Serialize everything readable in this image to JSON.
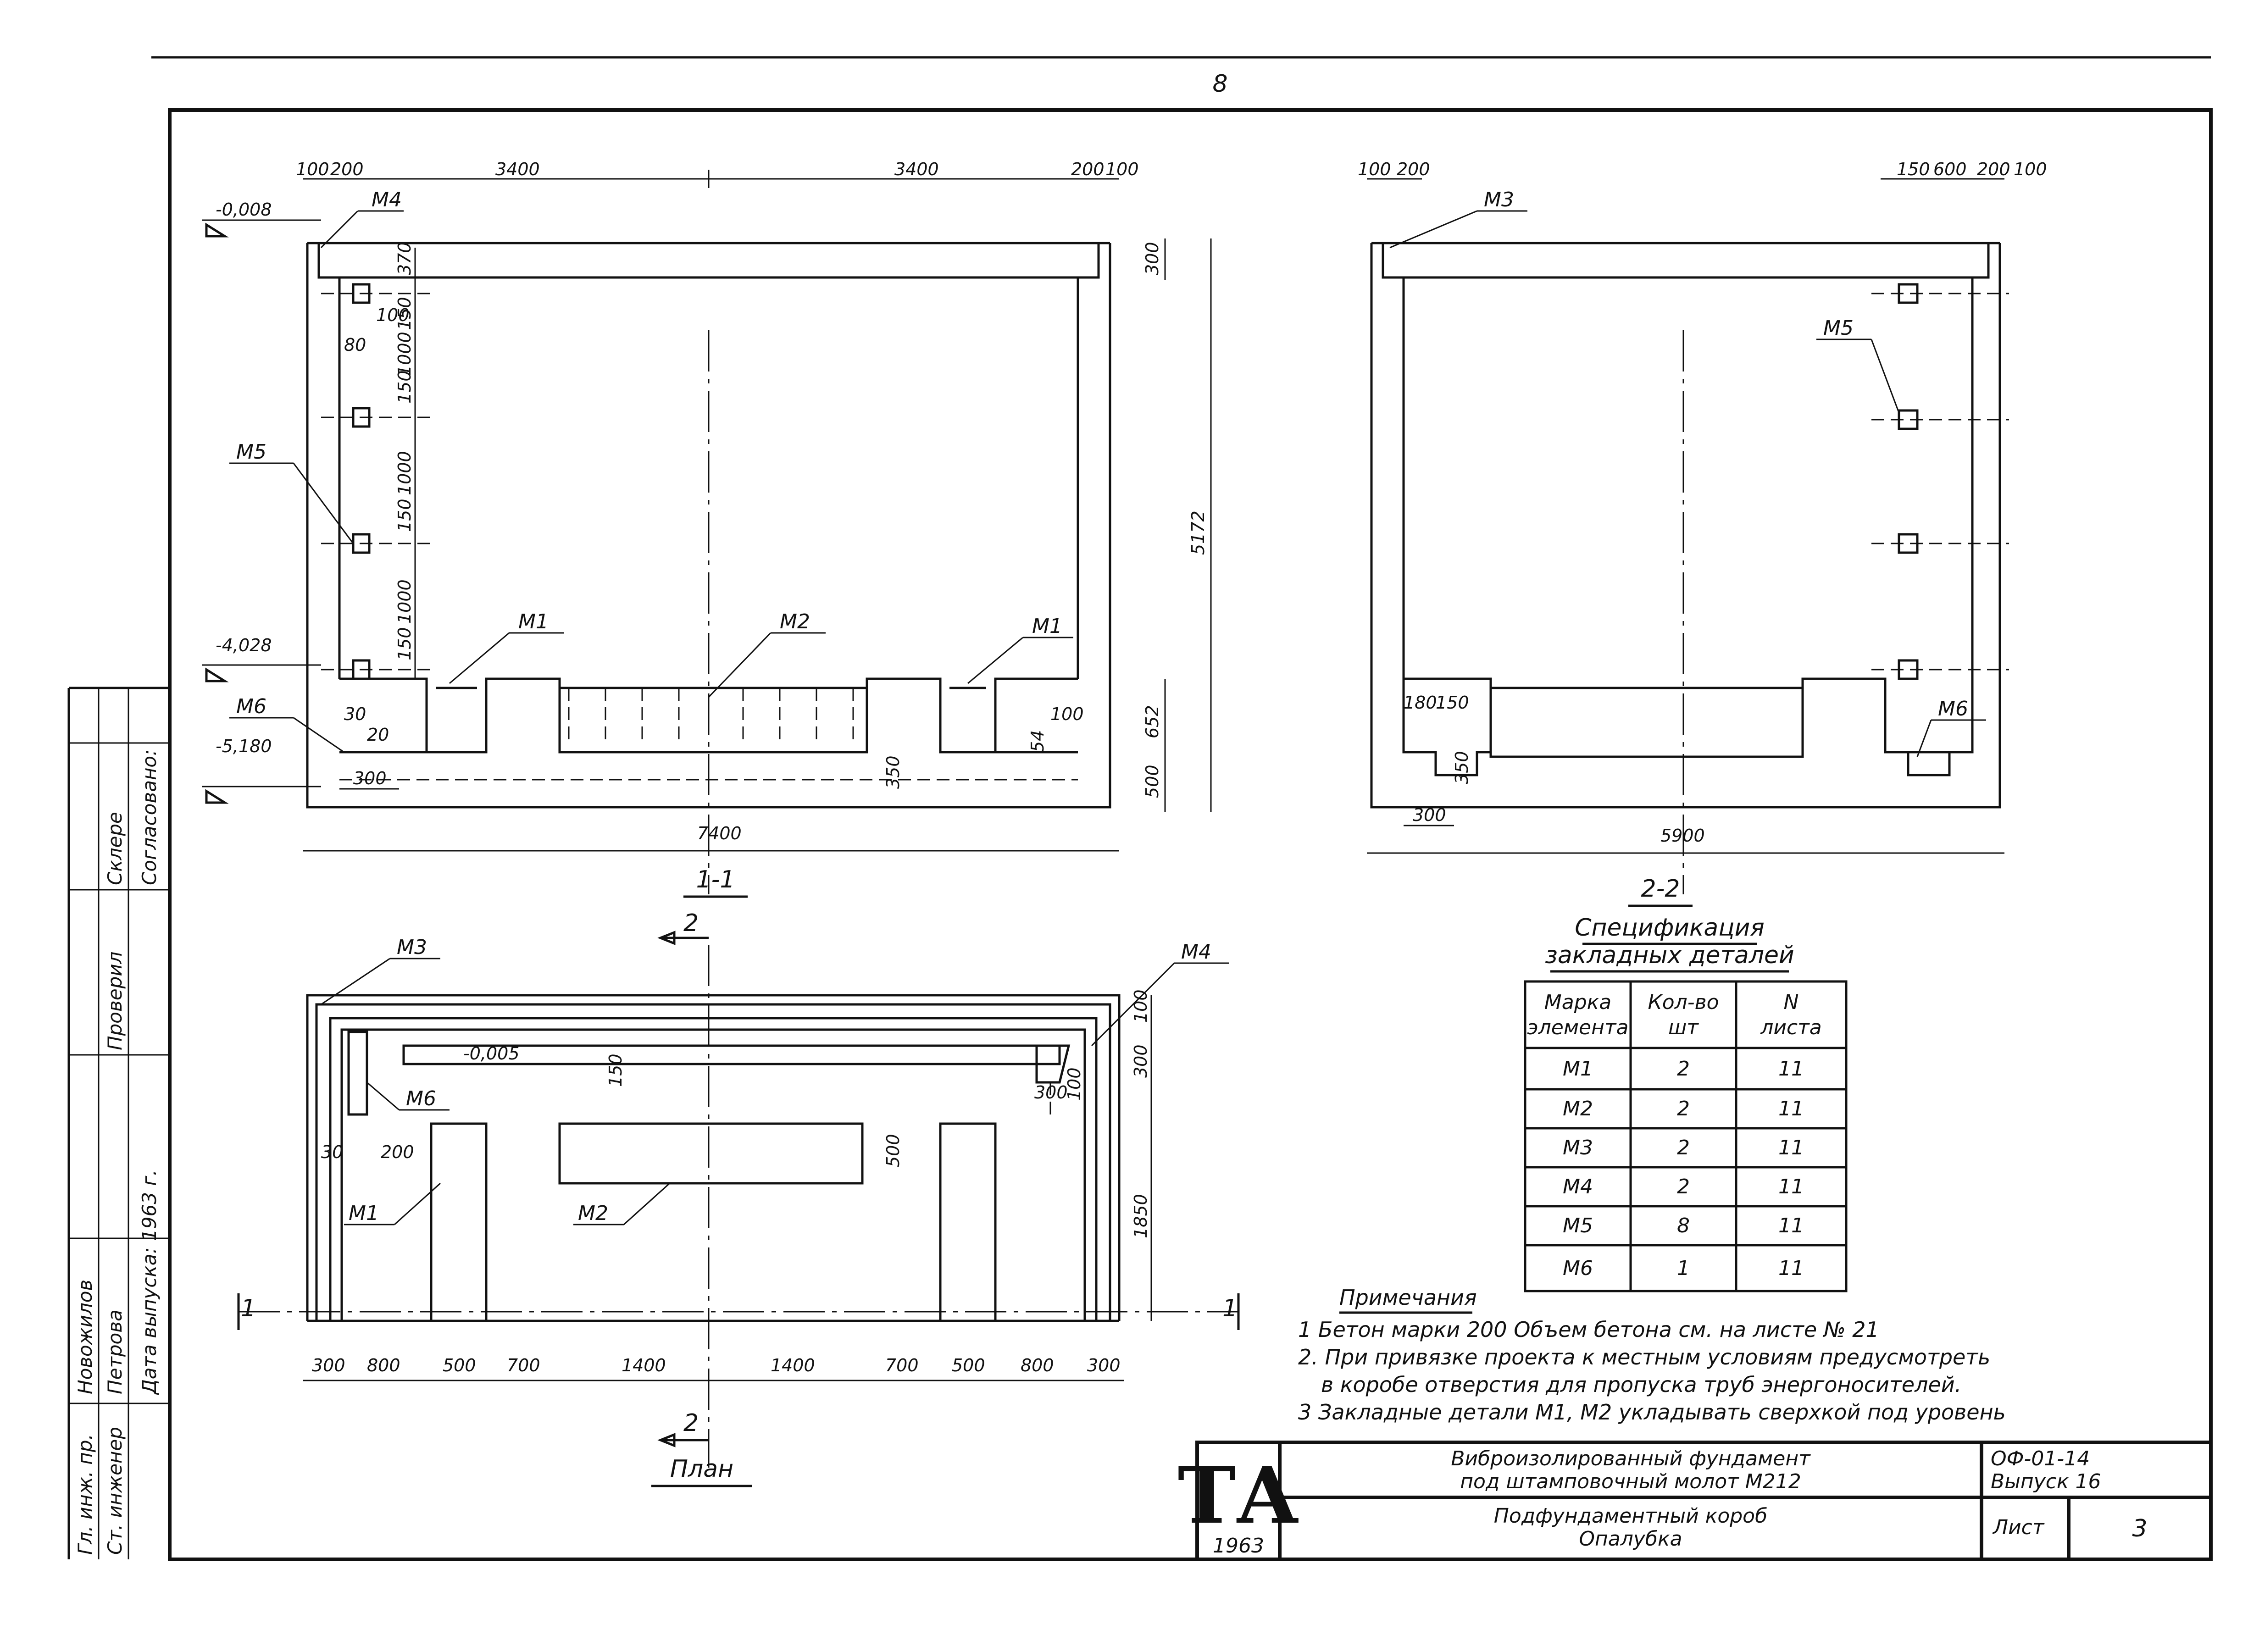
{
  "page_number": "8",
  "section_1_1": {
    "title": "1-1",
    "levels": [
      "-0,008",
      "-4,028",
      "-5,180"
    ],
    "dims_top": [
      "100",
      "200",
      "3400",
      "3400",
      "200",
      "100"
    ],
    "dims_left": [
      "370",
      "150",
      "100",
      "80",
      "150",
      "1000",
      "1000",
      "150",
      "150",
      "1000"
    ],
    "dims_right": [
      "300",
      "5172",
      "652",
      "500"
    ],
    "dims_bottom": [
      "30",
      "20",
      "300",
      "350",
      "54",
      "100"
    ],
    "overall": "7400",
    "marks": [
      "М4",
      "М5",
      "М1",
      "М2",
      "М1",
      "М6"
    ]
  },
  "section_2_2": {
    "title": "2-2",
    "dims_top": [
      "100",
      "200",
      "150",
      "600",
      "200",
      "100"
    ],
    "dims_misc": [
      "180",
      "150",
      "350",
      "300"
    ],
    "overall": "5900",
    "marks": [
      "М3",
      "М5",
      "М6"
    ]
  },
  "plan": {
    "title": "План",
    "section_marks": [
      "1",
      "1",
      "2",
      "2"
    ],
    "level": "-0,005",
    "dims_bottom": [
      "300",
      "800",
      "500",
      "700",
      "1400",
      "1400",
      "700",
      "500",
      "800",
      "300"
    ],
    "dims_inner": [
      "150",
      "300",
      "100",
      "30",
      "200",
      "500"
    ],
    "dims_right": [
      "100",
      "300",
      "1850"
    ],
    "marks": [
      "М3",
      "М4",
      "М6",
      "М1",
      "М2"
    ]
  },
  "spec_table": {
    "title_line1": "Спецификация",
    "title_line2": "закладных деталей",
    "headers": [
      [
        "Марка",
        "элемента"
      ],
      [
        "Кол-во",
        "шт"
      ],
      [
        "N",
        "листа"
      ]
    ],
    "rows": [
      [
        "М1",
        "2",
        "11"
      ],
      [
        "М2",
        "2",
        "11"
      ],
      [
        "М3",
        "2",
        "11"
      ],
      [
        "М4",
        "2",
        "11"
      ],
      [
        "М5",
        "8",
        "11"
      ],
      [
        "М6",
        "1",
        "11"
      ]
    ]
  },
  "notes": {
    "title": "Примечания",
    "items": [
      "1 Бетон марки 200 Объем бетона см. на листе № 21",
      "2. При привязке проекта к местным условиям предусмотреть",
      "в коробе отверстия для пропуска труб энергоносителей.",
      "3 Закладные детали М1, М2 укладывать сверхкой под уровень"
    ]
  },
  "title_block": {
    "logo": "ТА",
    "year": "1963",
    "title_line1": "Виброизолированный фундамент",
    "title_line2": "под штамповочный молот М212",
    "code_line1": "ОФ-01-14",
    "code_line2": "Выпуск 16",
    "sub_line1": "Подфундаментный короб",
    "sub_line2": "Опалубка",
    "sheet_label": "Лист",
    "sheet_number": "3"
  },
  "side_stamp": {
    "rows": [
      [
        "Гл. инж. пр.",
        "Новожилов"
      ],
      [
        "Ст. инженер",
        "Петрова"
      ],
      [
        "Дата выпуска: 1963 г.",
        ""
      ],
      [
        "Проверил",
        "Склере"
      ],
      [
        "Согласовано:",
        ""
      ]
    ]
  }
}
